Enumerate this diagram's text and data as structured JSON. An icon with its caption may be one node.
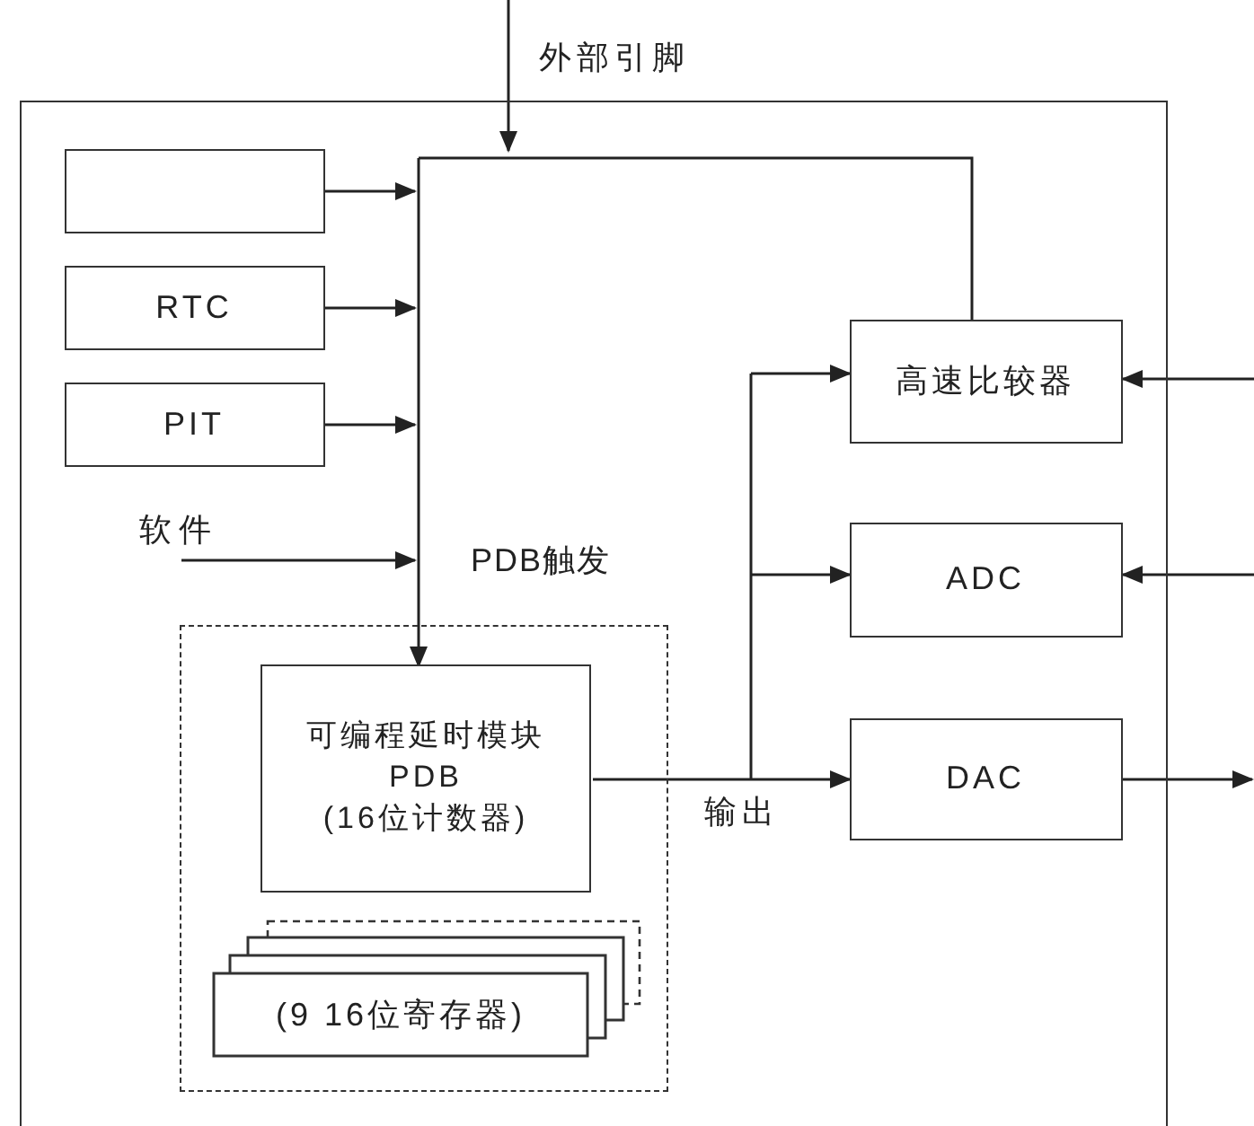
{
  "diagram": {
    "nodes": [
      {
        "text": [],
        "shape": "box"
      },
      {
        "text": [],
        "shape": "box",
        "in": 0
      },
      {
        "text": [
          "RTC"
        ],
        "in": 0
      },
      {
        "text": [
          "PIT"
        ],
        "in": 0
      },
      {
        "text": [
          "软件"
        ],
        "in": 0
      },
      {
        "text": [],
        "shape": "box",
        "in": 0
      },
      {
        "text": [
          "可编程延时模块 PDB (16位计数器)"
        ],
        "in": 5
      },
      {
        "text": [
          "(9 16位寄存器)"
        ],
        "in": 5
      },
      {
        "text": [
          "高速比较器"
        ],
        "in": 0
      },
      {
        "text": [
          "ADC"
        ],
        "in": 0
      },
      {
        "text": [
          "DAC"
        ],
        "in": 0
      }
    ],
    "edges": [
      {
        "from": 1,
        "to": 6,
        "arrow": "to"
      },
      {
        "from": 2,
        "to": 6,
        "arrow": "to"
      },
      {
        "from": 3,
        "to": 6,
        "arrow": "to"
      },
      {
        "from": 4,
        "to": 6,
        "arrow": "to"
      },
      {
        "from": null,
        "to": 6,
        "arrow": "to",
        "label": "外部引脚"
      },
      {
        "from": 8,
        "to": 6,
        "arrow": "to"
      },
      {
        "from": 6,
        "to": 8,
        "arrow": "to"
      },
      {
        "from": 6,
        "to": 9,
        "arrow": "to"
      },
      {
        "from": 6,
        "to": 10,
        "arrow": "to",
        "label": "输出"
      },
      {
        "from": null,
        "to": 8,
        "arrow": "to"
      },
      {
        "from": null,
        "to": 9,
        "arrow": "to"
      },
      {
        "from": 10,
        "to": null,
        "arrow": "to"
      }
    ],
    "labels": [
      "PDB触发"
    ]
  }
}
